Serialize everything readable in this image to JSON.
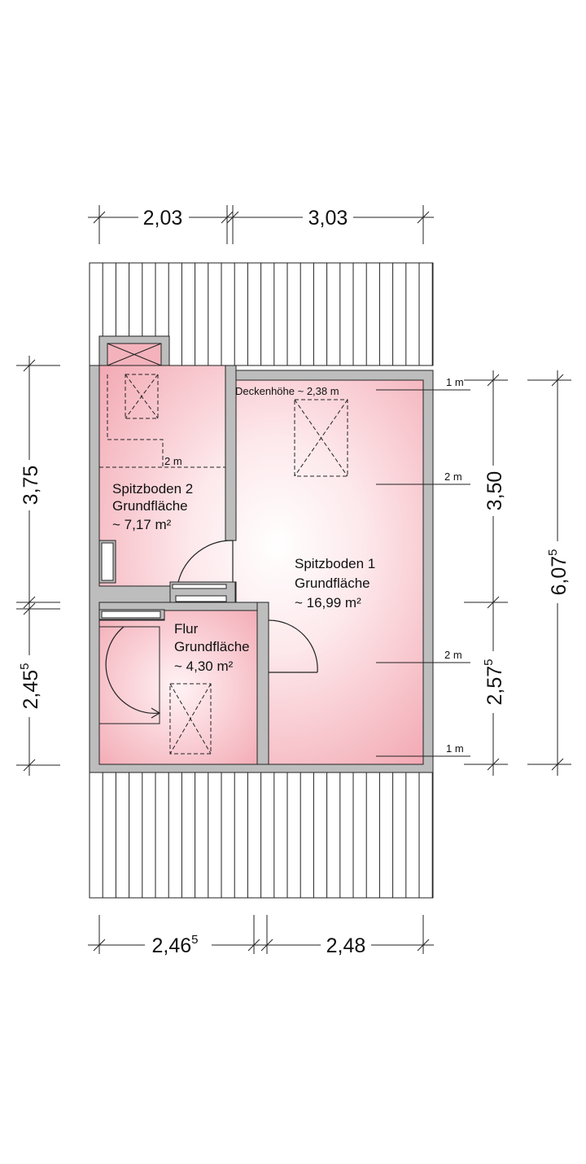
{
  "dimensions": {
    "top_left": {
      "main": "2,03",
      "sup": ""
    },
    "top_right": {
      "main": "3,03",
      "sup": ""
    },
    "bottom_left": {
      "main": "2,46",
      "sup": "5"
    },
    "bottom_right": {
      "main": "2,48",
      "sup": ""
    },
    "left_upper": {
      "main": "3,75",
      "sup": ""
    },
    "left_lower": {
      "main": "2,45",
      "sup": "5"
    },
    "right_upper": {
      "main": "3,50",
      "sup": ""
    },
    "right_lower": {
      "main": "2,57",
      "sup": "5"
    },
    "right_total": {
      "main": "6,07",
      "sup": "5"
    }
  },
  "rooms": {
    "spitzboden2": {
      "name": "Spitzboden 2",
      "label": "Grundfläche",
      "area": "~ 7,17 m²"
    },
    "spitzboden1": {
      "name": "Spitzboden 1",
      "label": "Grundfläche",
      "area": "~ 16,99 m²"
    },
    "flur": {
      "name": "Flur",
      "label": "Grundfläche",
      "area": "~ 4,30 m²"
    }
  },
  "annotations": {
    "ceiling_height": "Deckenhöhe ~ 2,38 m",
    "line_1m_top": "1 m",
    "line_2m_upper": "2  m",
    "line_2m_lower": "2  m",
    "line_1m_bottom": "1 m",
    "line_2m_sb2": "2  m"
  },
  "colors": {
    "wall": "#bdbdbd",
    "room_edge": "#f2a6b0",
    "room_center": "#ffffff"
  }
}
